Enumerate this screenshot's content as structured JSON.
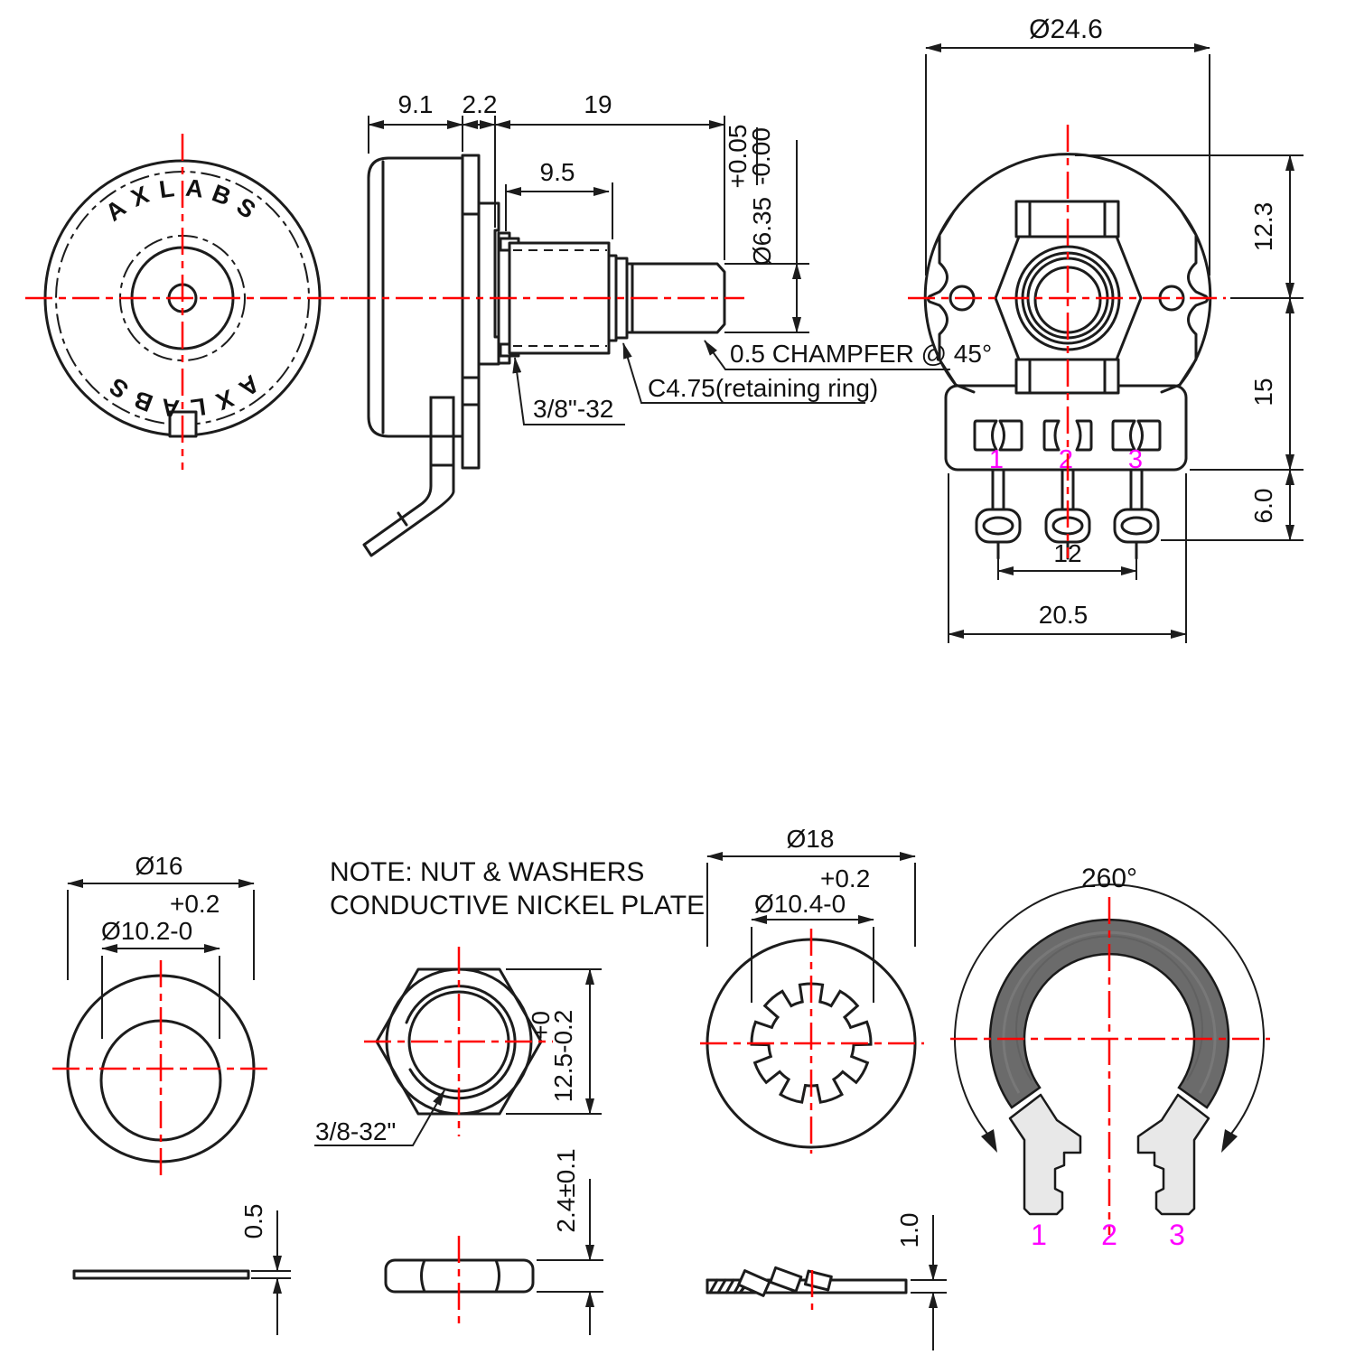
{
  "colors": {
    "centerline_red": "#ff0000",
    "terminal_magenta": "#ff00ff",
    "track_gray": "#6b6b6b",
    "tab_gray": "#e8e8e8"
  },
  "note": {
    "line1": "NOTE: NUT & WASHERS",
    "line2": "CONDUCTIVE NICKEL PLATE"
  },
  "back_view": {
    "brand": "AXLABS"
  },
  "side_view": {
    "dim_can_depth": "9.1",
    "dim_wafer": "2.2",
    "dim_shaft_len": "19",
    "dim_bushing_len": "9.5",
    "thread_label": "3/8\"-32",
    "retaining_ring_label": "C4.75(retaining ring)",
    "chamfer_label": "0.5 CHAMPFER @ 45°",
    "shaft_dia": "Ø6.35",
    "shaft_tol_plus": "+0.05",
    "shaft_tol_minus": "-0.00"
  },
  "front_view": {
    "dim_body_dia": "Ø24.6",
    "dim_upper": "12.3",
    "dim_lower": "15",
    "dim_pin_len": "6.0",
    "dim_pin_span": "12",
    "dim_bracket_width": "20.5",
    "terminals": [
      "1",
      "2",
      "3"
    ]
  },
  "washer": {
    "dim_outer": "Ø16",
    "dim_hole": "Ø10.2-0",
    "dim_hole_tol": "+0.2",
    "dim_thickness": "0.5"
  },
  "nut": {
    "thread_label": "3/8-32\"",
    "dim_across": "12.5-0.2",
    "dim_across_tol": "+0",
    "dim_thickness": "2.4±0.1"
  },
  "lock_washer": {
    "dim_outer": "Ø18",
    "dim_hole": "Ø10.4-0",
    "dim_hole_tol": "+0.2",
    "dim_thickness": "1.0"
  },
  "track_view": {
    "angle": "260°",
    "terminals": [
      "1",
      "2",
      "3"
    ]
  }
}
